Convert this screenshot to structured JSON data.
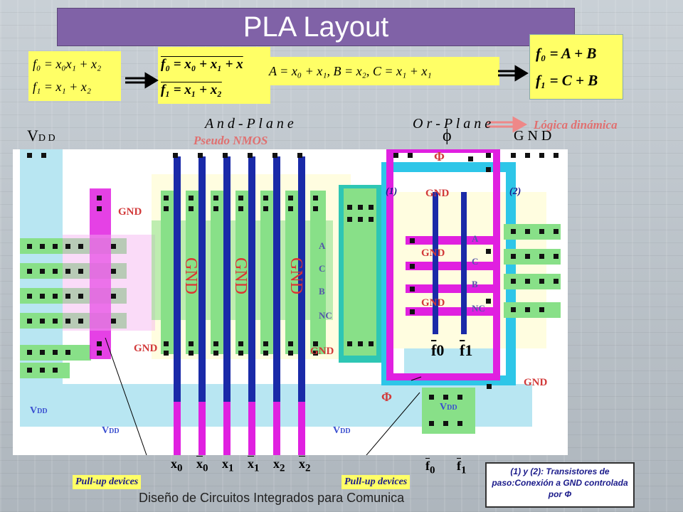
{
  "slide": {
    "title": "PLA Layout",
    "footer": "Diseño de Circuitos Integrados  para Comunica",
    "note": "(1) y (2): Transistores de paso:Conexión a GND controlada por Φ"
  },
  "equations": {
    "box1_l1": "f₀ = x₀x₁ + x₂",
    "box1_l2": "f₁ = x₁ + x₂",
    "box2_l1": "f₀ = x₀ + x₁ + x",
    "box2_l2": "f₁ = x₁ + x₂",
    "box3": "A = x₀ + x₁,   B = x₂,   C = x₁ + x₁",
    "box4_l1": "f₀ = A + B",
    "box4_l2": "f₁ = C + B"
  },
  "planes": {
    "and_plane": "A n d - P l a n e",
    "or_plane": "O r - P l a n e",
    "pseudo_nmos": "Pseudo NMOS",
    "logica_dinamica": "Lógica dinámica",
    "vdd_top": "V",
    "vdd_top_sub": "D D",
    "gnd_top": "G N D",
    "phi_symbol": "ϕ"
  },
  "labels": {
    "gnd": "GND",
    "vdd": "V",
    "vdd_sub": "DD",
    "phi": "Φ",
    "tag1": "(1)",
    "tag2": "(2)",
    "f0": "f",
    "f1": "f",
    "sub0": "0",
    "sub1": "1",
    "pullup": "Pull-up devices"
  },
  "and_signals": [
    "A",
    "C",
    "B",
    "NC"
  ],
  "or_signals": [
    "A",
    "C",
    "B",
    "NC"
  ],
  "inputs": [
    {
      "name": "x",
      "sub": "0",
      "bar": false
    },
    {
      "name": "x",
      "sub": "0",
      "bar": true
    },
    {
      "name": "x",
      "sub": "1",
      "bar": false
    },
    {
      "name": "x",
      "sub": "1",
      "bar": true
    },
    {
      "name": "x",
      "sub": "2",
      "bar": false
    },
    {
      "name": "x",
      "sub": "2",
      "bar": true
    }
  ],
  "outputs": [
    {
      "name": "f",
      "sub": "0"
    },
    {
      "name": "f",
      "sub": "1"
    }
  ],
  "colors": {
    "poly_blue": "#1a2aa8",
    "metal_magenta": "#e020e0",
    "diffusion_green": "#88e088",
    "nwell_cyan": "#b8e6f2",
    "contact_black": "#111111",
    "title_purple": "#8062a7",
    "eq_yellow": "#ffff66"
  }
}
